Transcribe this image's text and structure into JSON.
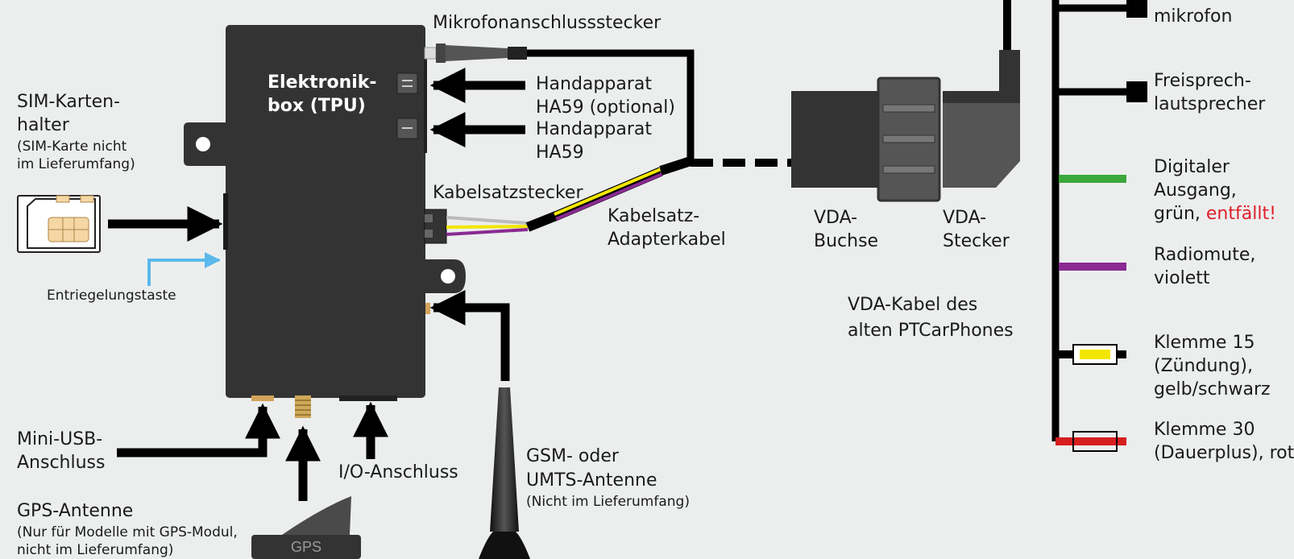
{
  "colors": {
    "background": "#eceeee",
    "box": "#333333",
    "cable": "#000000",
    "release_arrow": "#5bb8ea",
    "green_wire": "#3aa83a",
    "violet_wire": "#8a2a92",
    "yellow_wire": "#f2e600",
    "red_wire": "#d61e1e",
    "warning_text": "#e0202a"
  },
  "box": {
    "title_line1": "Elektronik-",
    "title_line2": "box (TPU)"
  },
  "labels": {
    "mic_connector": "Mikrofonanschlussstecker",
    "handset_optional_1": "Handapparat",
    "handset_optional_2": "HA59 (optional)",
    "handset_1": "Handapparat",
    "handset_2": "HA59",
    "sim_holder_1": "SIM-Karten-",
    "sim_holder_2": "halter",
    "sim_note_1": "(SIM-Karte nicht",
    "sim_note_2": "im Lieferumfang)",
    "release_button": "Entriegelungstaste",
    "cable_plug": "Kabelsatzstecker",
    "adapter_cable_1": "Kabelsatz-",
    "adapter_cable_2": "Adapterkabel",
    "vda_socket_1": "VDA-",
    "vda_socket_2": "Buchse",
    "vda_plug_1": "VDA-",
    "vda_plug_2": "Stecker",
    "vda_cable_1": "VDA-Kabel des",
    "vda_cable_2": "alten PTCarPhones",
    "mini_usb_1": "Mini-USB-",
    "mini_usb_2": "Anschluss",
    "io_port": "I/O-Anschluss",
    "gps_antenna": "GPS-Antenne",
    "gps_note_1": "(Nur für Modelle mit GPS-Modul,",
    "gps_note_2": "nicht im Lieferumfang)",
    "gps_device": "GPS",
    "gsm_antenna_1": "GSM- oder",
    "gsm_antenna_2": "UMTS-Antenne",
    "gsm_note": "(Nicht im Lieferumfang)"
  },
  "wires": {
    "mic_cut": "mikrofon",
    "speaker_1": "Freisprech-",
    "speaker_2": "lautsprecher",
    "digital_1": "Digitaler",
    "digital_2": "Ausgang,",
    "digital_3a": "grün, ",
    "digital_3b": "entfällt!",
    "radiomute_1": "Radiomute,",
    "radiomute_2": "violett",
    "k15_1": "Klemme 15",
    "k15_2": "(Zündung),",
    "k15_3": "gelb/schwarz",
    "k30_1": "Klemme 30",
    "k30_2": "(Dauerplus), rot"
  }
}
